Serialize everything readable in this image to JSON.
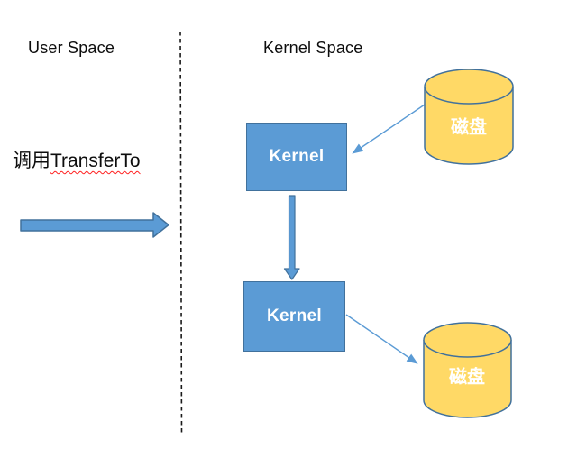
{
  "diagram": {
    "type": "flow-diagram",
    "description": "User space to kernel space TransferTo call with two kernel stages and two disk cylinders",
    "regions": {
      "left_label": "User Space",
      "right_label": "Kernel Space"
    },
    "call_annotation": {
      "prefix": "调用",
      "spellchecked_word": "TransferTo",
      "full_text": "调用TransferTo"
    },
    "nodes": {
      "kernel_top": {
        "label": "Kernel",
        "shape": "rectangle"
      },
      "kernel_bottom": {
        "label": "Kernel",
        "shape": "rectangle"
      },
      "disk_top": {
        "label": "磁盘",
        "shape": "cylinder"
      },
      "disk_bottom": {
        "label": "磁盘",
        "shape": "cylinder"
      }
    },
    "edges": [
      {
        "from": "user-space",
        "to": "kernel-space-boundary",
        "style": "thick-block-arrow"
      },
      {
        "from": "disk_top",
        "to": "kernel_top",
        "style": "thin-arrow"
      },
      {
        "from": "kernel_top",
        "to": "kernel_bottom",
        "style": "thin-block-arrow"
      },
      {
        "from": "kernel_bottom",
        "to": "disk_bottom",
        "style": "thin-arrow"
      }
    ],
    "icons": {
      "divider": "dashed-vertical-line"
    },
    "colors": {
      "shape_blue_fill": "#5B9BD5",
      "shape_blue_border": "#41719C",
      "disk_yellow_fill": "#FFD966",
      "connector_blue": "#5B9BD5",
      "spellcheck_red": "#FF1F1F",
      "divider_color": "#1A1A1A",
      "text_black": "#0D0D0D",
      "text_white": "#FFFFFF"
    }
  }
}
